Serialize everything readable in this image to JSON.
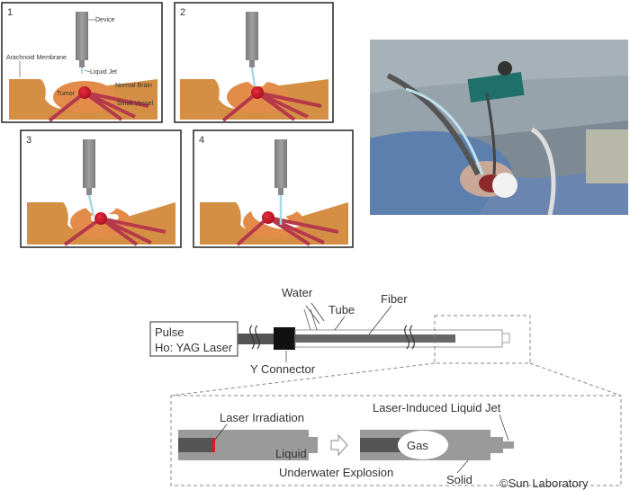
{
  "panels": [
    {
      "number": "1"
    },
    {
      "number": "2"
    },
    {
      "number": "3"
    },
    {
      "number": "4"
    }
  ],
  "panel1_labels": {
    "device": "Device",
    "arachnoid": "Arachnoid Membrane",
    "liquid_jet": "Liquid Jet",
    "tumor": "Tumor",
    "normal_brain": "Normal Brain",
    "small_vessel": "Small Vessel"
  },
  "schematic": {
    "water": "Water",
    "tube": "Tube",
    "fiber": "Fiber",
    "pulse": "Pulse",
    "laser": "Ho: YAG Laser",
    "y_connector": "Y Connector"
  },
  "detail": {
    "laser_irradiation": "Laser Irradiation",
    "liquid": "Liquid",
    "gas": "Gas",
    "laser_jet": "Laser-Induced Liquid Jet",
    "solid": "Solid",
    "explosion": "Underwater Explosion"
  },
  "watermark": "©Sun Laboratory",
  "colors": {
    "tissue": "#d58f45",
    "tumor_region": "#e38c4a",
    "tumor": "#cc1a2a",
    "vessel": "#b5394a",
    "device": "#8a8a8a",
    "jet": "#a8d8e6"
  }
}
